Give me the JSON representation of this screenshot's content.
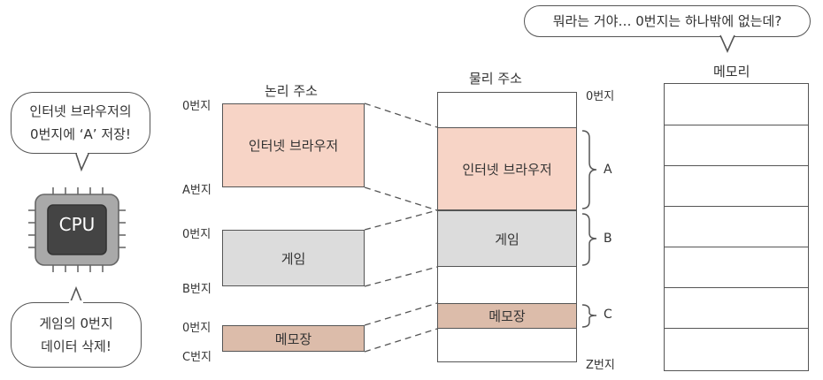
{
  "bubbles": {
    "top_right": "뭐라는 거야… 0번지는 하나밖에 없는데?",
    "cpu_top_line1": "인터넷 브라우저의",
    "cpu_top_line2": "0번지에 ‘A’ 저장!",
    "cpu_bottom_line1": "게임의 0번지",
    "cpu_bottom_line2": "데이터 삭제!"
  },
  "cpu": {
    "label": "CPU",
    "icon": "cpu-chip-icon"
  },
  "logical": {
    "title": "논리 주소",
    "blocks": [
      {
        "name": "인터넷 브라우저",
        "start": "0번지",
        "end": "A번지",
        "color": "#f7d4c6"
      },
      {
        "name": "게임",
        "start": "0번지",
        "end": "B번지",
        "color": "#dcdcdc"
      },
      {
        "name": "메모장",
        "start": "0번지",
        "end": "C번지",
        "color": "#dcbcaa"
      }
    ]
  },
  "physical": {
    "title": "물리 주소",
    "start": "0번지",
    "end": "Z번지",
    "blocks": [
      {
        "name": "인터넷 브라우저",
        "brace": "A"
      },
      {
        "name": "게임",
        "brace": "B"
      },
      {
        "name": "메모장",
        "brace": "C"
      }
    ]
  },
  "memory": {
    "title": "메모리"
  }
}
